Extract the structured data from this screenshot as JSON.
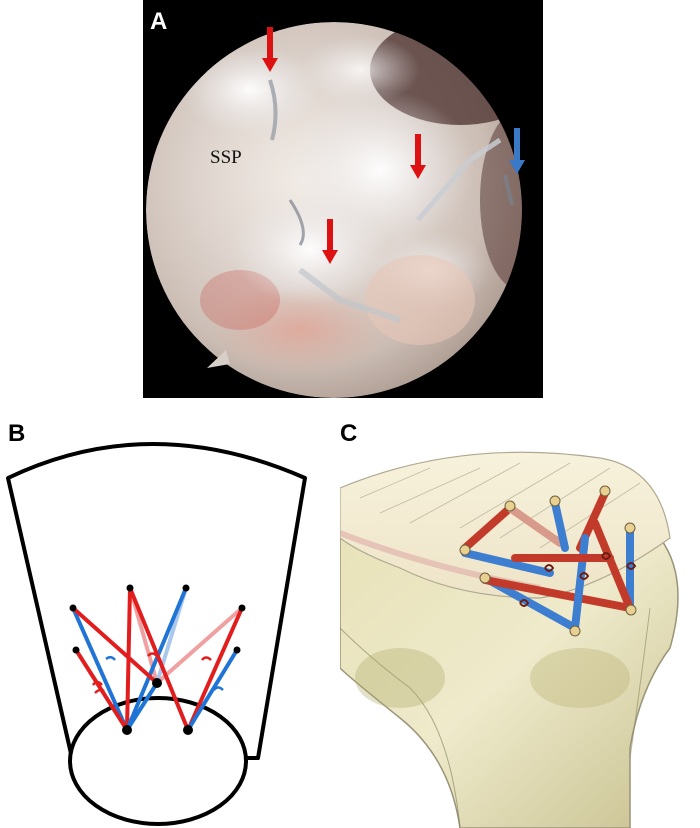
{
  "panels": {
    "a": {
      "label": "A",
      "ssp_label": "SSP",
      "arrow_colors": {
        "red": "#dd1111",
        "blue": "#3a78c8"
      }
    },
    "b": {
      "label": "B"
    },
    "c": {
      "label": "C"
    }
  },
  "colors": {
    "suture_red": "#e21d1d",
    "suture_red_faded": "#f0a0a0",
    "suture_blue": "#1f74d6",
    "suture_blue_faded": "#a9c8ec",
    "outline": "#000000"
  }
}
